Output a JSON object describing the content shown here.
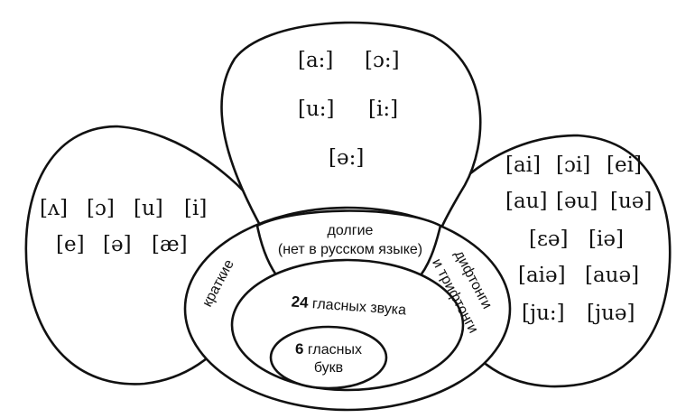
{
  "petals": {
    "left": [
      "[ʌ]",
      "[ɔ]",
      "[u]",
      "[i]",
      "[e]",
      "[ə]",
      "[æ]"
    ],
    "top": [
      "[a:]",
      "[ɔ:]",
      "[u:]",
      "[i:]",
      "[ə:]"
    ],
    "right": [
      "[ai]",
      "[ɔi]",
      "[ei]",
      "[au]",
      "[əu]",
      "[uə]",
      "[ɛə]",
      "[iə]",
      "[aiə]",
      "[auə]",
      "[ju:]",
      "[juə]"
    ]
  },
  "labels": {
    "long_line1": "долгие",
    "long_line2": "(нет в русском языке)",
    "short": "краткие",
    "diph_line1": "дифтонги",
    "diph_line2": "и трифтонги",
    "vowel_sounds_num": "24",
    "vowel_sounds_text": " гласных звука",
    "letters_num": "6",
    "letters_text": " гласных",
    "letters_line2": "букв"
  }
}
